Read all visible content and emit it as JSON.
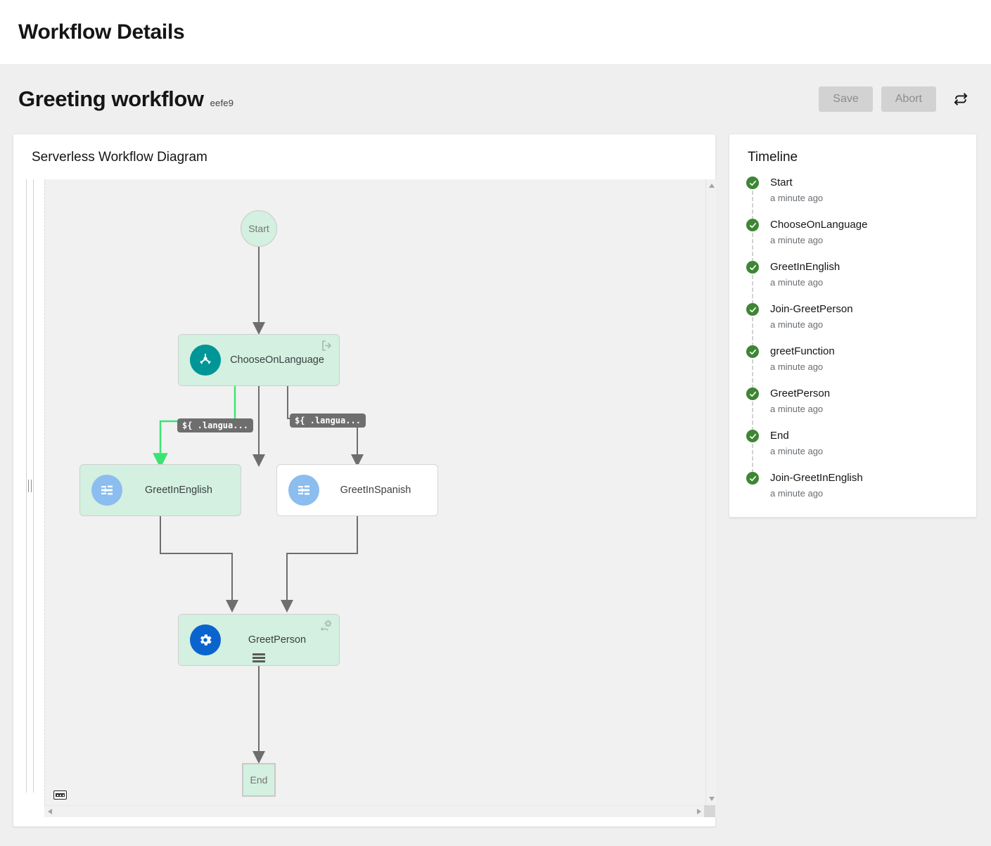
{
  "topbar": {
    "title": "Workflow Details"
  },
  "header": {
    "workflow_name": "Greeting workflow",
    "workflow_id": "eefe9",
    "save_label": "Save",
    "abort_label": "Abort",
    "refresh_icon": "refresh-icon"
  },
  "diagram": {
    "title": "Serverless Workflow Diagram",
    "keyboard_icon": "keyboard-icon",
    "nodes": [
      {
        "id": "start",
        "label": "Start",
        "type": "start-terminal",
        "state": "executed",
        "icon": ""
      },
      {
        "id": "choose",
        "label": "ChooseOnLanguage",
        "type": "switch-state",
        "state": "executed",
        "icon": "branch-icon",
        "badge": "exit-icon"
      },
      {
        "id": "english",
        "label": "GreetInEnglish",
        "type": "inject-state",
        "state": "executed",
        "icon": "inject-icon"
      },
      {
        "id": "spanish",
        "label": "GreetInSpanish",
        "type": "inject-state",
        "state": "not-executed",
        "icon": "inject-icon"
      },
      {
        "id": "person",
        "label": "GreetPerson",
        "type": "operation-state",
        "state": "executed",
        "icon": "gear-icon",
        "badge": "service-gear-icon",
        "stack": "stack-icon"
      },
      {
        "id": "end",
        "label": "End",
        "type": "end-terminal",
        "state": "executed",
        "icon": ""
      }
    ],
    "edge_labels": [
      {
        "id": "edge-english",
        "text": "${ .langua..."
      },
      {
        "id": "edge-spanish",
        "text": "${ .langua..."
      }
    ],
    "colors": {
      "executed_fill": "#d3f0e0",
      "not_executed_fill": "#ffffff",
      "active_path": "#3ae374",
      "edge": "#6e6e6e",
      "switch_icon_bg": "#009596",
      "inject_icon_bg": "#8bbdef",
      "operation_icon_bg": "#0b63ce"
    }
  },
  "timeline": {
    "title": "Timeline",
    "status_color": "#3e8635",
    "items": [
      {
        "name": "Start",
        "time": "a minute ago",
        "status": "success"
      },
      {
        "name": "ChooseOnLanguage",
        "time": "a minute ago",
        "status": "success"
      },
      {
        "name": "GreetInEnglish",
        "time": "a minute ago",
        "status": "success"
      },
      {
        "name": "Join-GreetPerson",
        "time": "a minute ago",
        "status": "success"
      },
      {
        "name": "greetFunction",
        "time": "a minute ago",
        "status": "success"
      },
      {
        "name": "GreetPerson",
        "time": "a minute ago",
        "status": "success"
      },
      {
        "name": "End",
        "time": "a minute ago",
        "status": "success"
      },
      {
        "name": "Join-GreetInEnglish",
        "time": "a minute ago",
        "status": "success"
      }
    ]
  }
}
